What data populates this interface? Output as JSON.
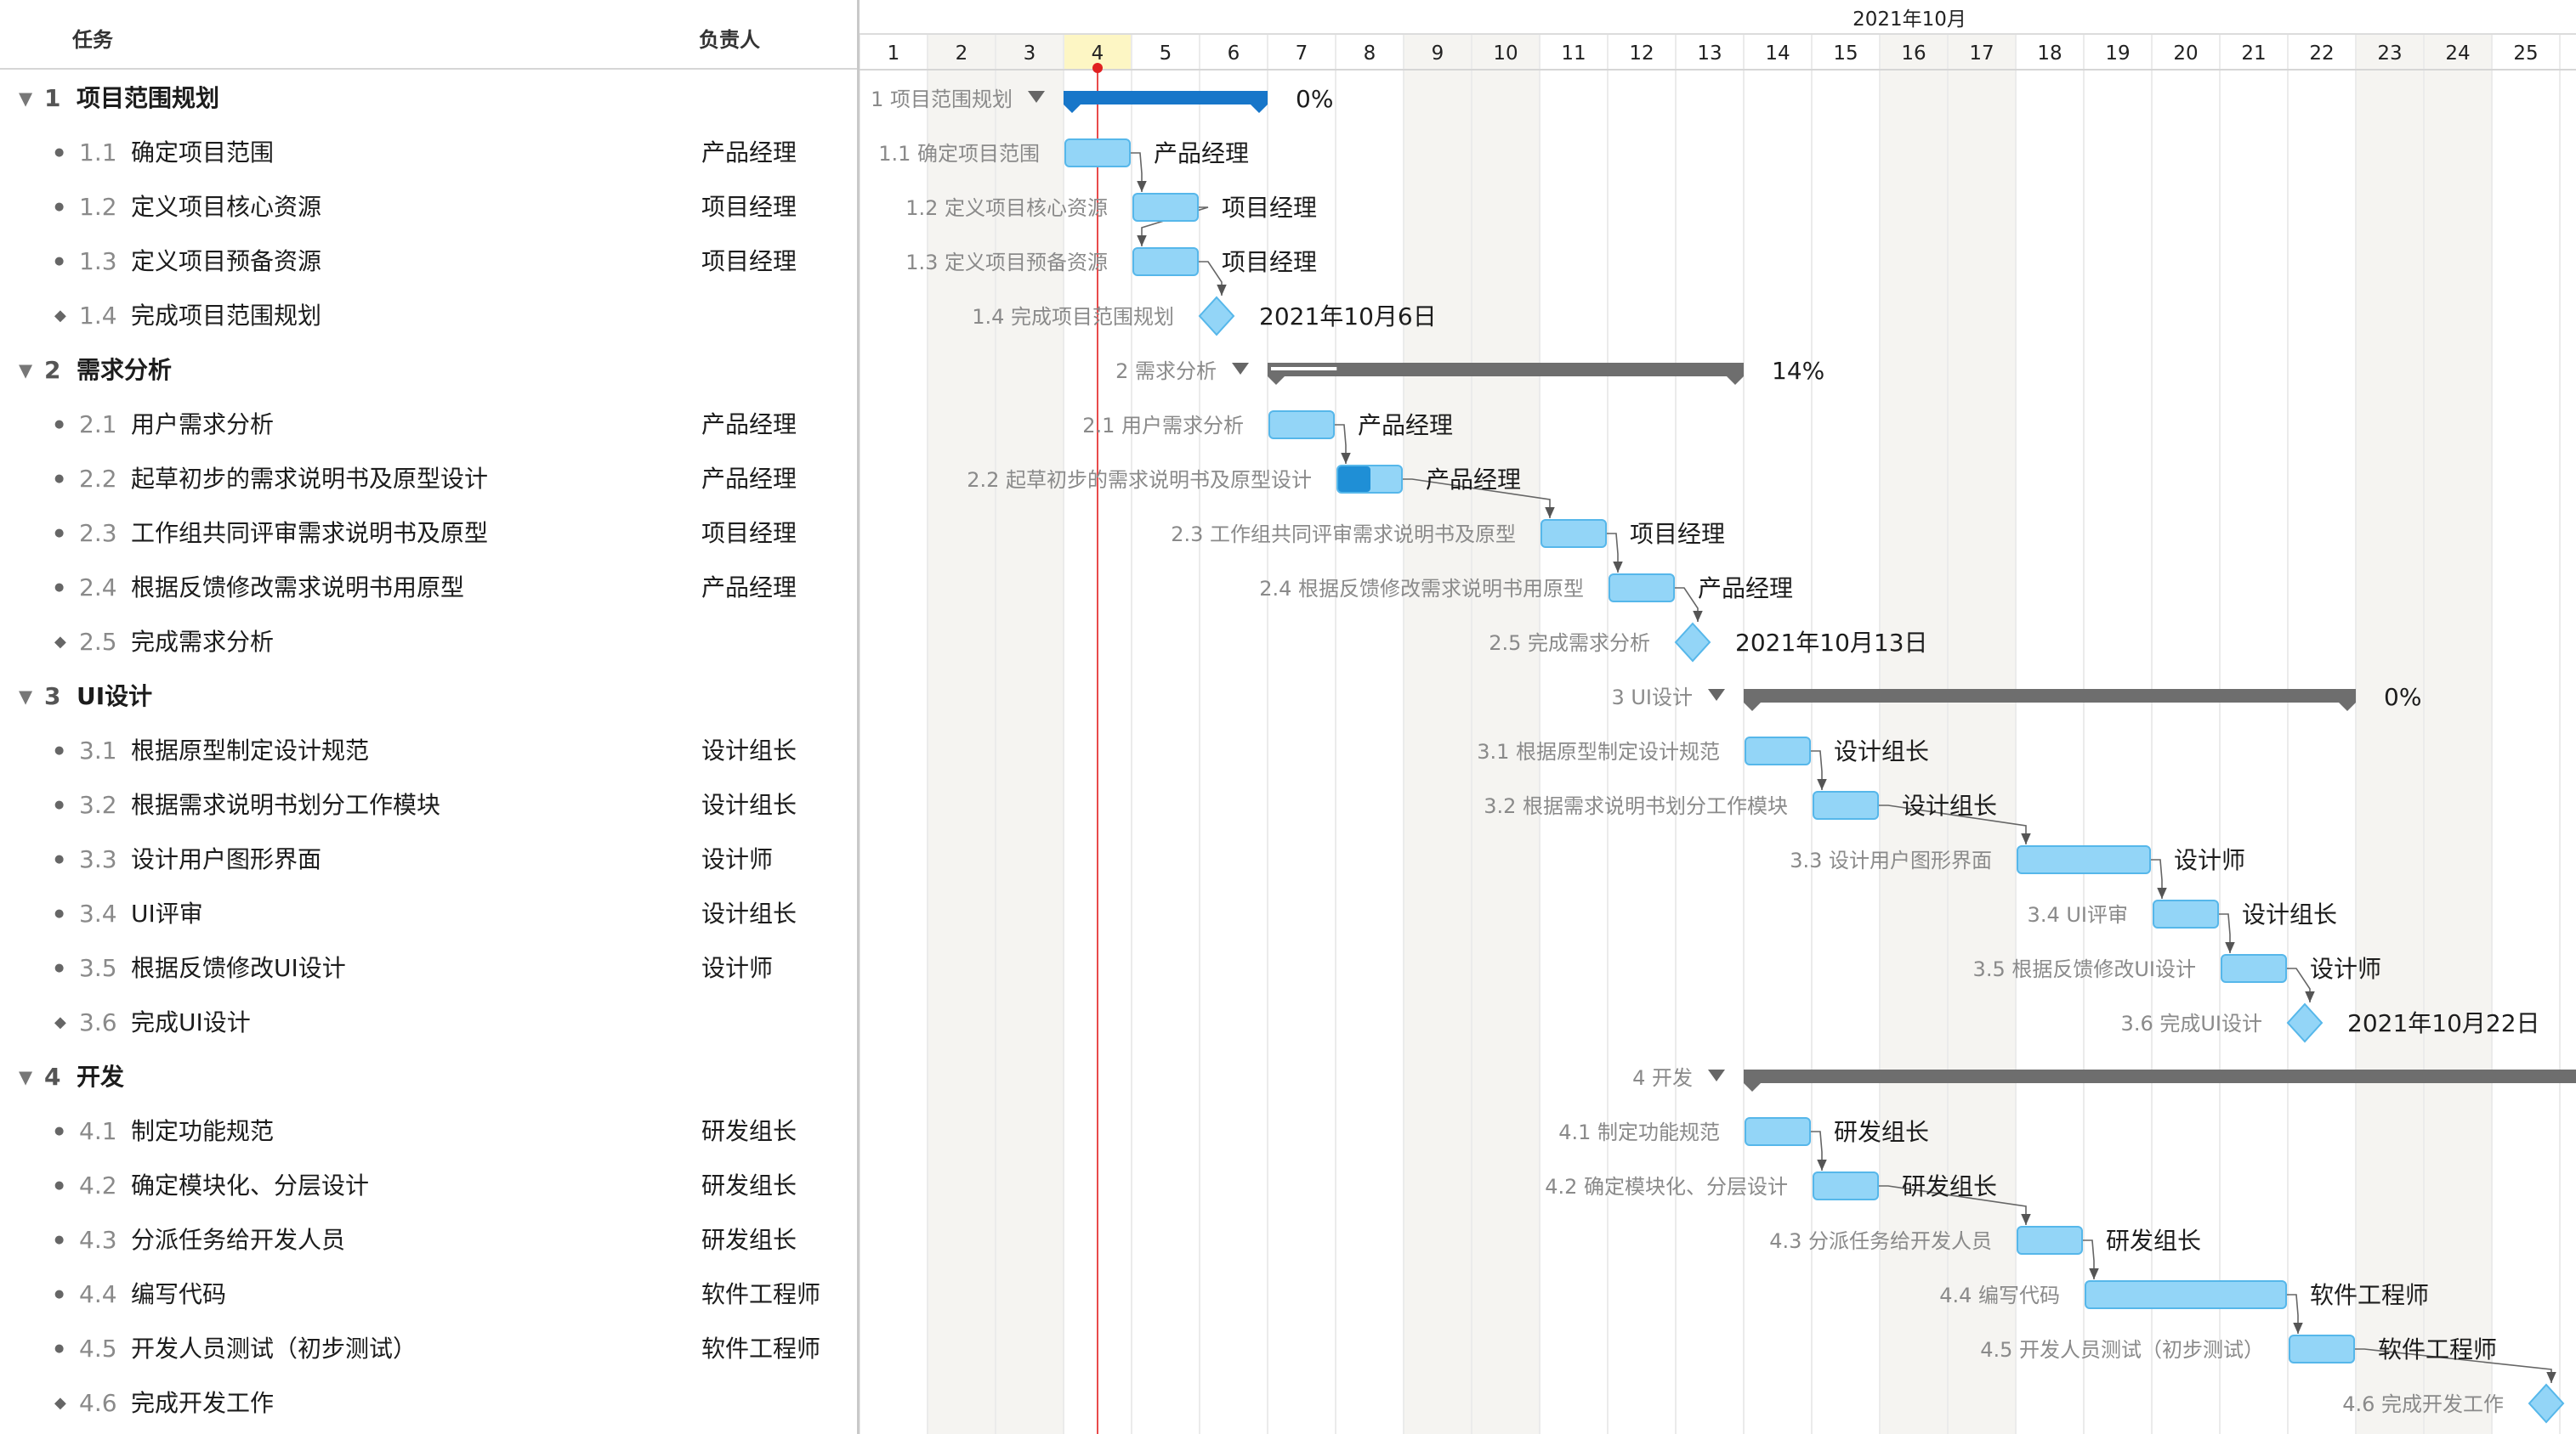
{
  "colors": {
    "task_fill": "#93d5f7",
    "task_stroke": "#56b7ea",
    "progress_fill": "#1f8fd6",
    "active_summary": "#1776c9",
    "summary": "#6e6e6e",
    "today_line": "#e94b4b",
    "weekend": "#f5f4f1",
    "today_header": "#fdf6c4",
    "grid": "#ebebeb"
  },
  "header": {
    "task_col": "任务",
    "owner_col": "负责人",
    "month": "2021年10月"
  },
  "timeline": {
    "days": [
      1,
      2,
      3,
      4,
      5,
      6,
      7,
      8,
      9,
      10,
      11,
      12,
      13,
      14,
      15,
      16,
      17,
      18,
      19,
      20,
      21,
      22,
      23,
      24,
      25
    ],
    "weekend_days": [
      2,
      3,
      9,
      10,
      16,
      17,
      23,
      24
    ],
    "today": 4
  },
  "rows": [
    {
      "type": "group",
      "num": "1",
      "name": "项目范围规划",
      "owner": "",
      "start": 4,
      "end": 7,
      "progress": "0%",
      "active": true
    },
    {
      "type": "task",
      "num": "1.1",
      "name": "确定项目范围",
      "owner": "产品经理",
      "start": 4,
      "end": 5
    },
    {
      "type": "task",
      "num": "1.2",
      "name": "定义项目核心资源",
      "owner": "项目经理",
      "start": 5,
      "end": 6
    },
    {
      "type": "task",
      "num": "1.3",
      "name": "定义项目预备资源",
      "owner": "项目经理",
      "start": 5,
      "end": 6
    },
    {
      "type": "milestone",
      "num": "1.4",
      "name": "完成项目范围规划",
      "owner": "",
      "at": 6,
      "date": "2021年10月6日"
    },
    {
      "type": "group",
      "num": "2",
      "name": "需求分析",
      "owner": "",
      "start": 7,
      "end": 14,
      "progress": "14%"
    },
    {
      "type": "task",
      "num": "2.1",
      "name": "用户需求分析",
      "owner": "产品经理",
      "start": 7,
      "end": 8
    },
    {
      "type": "task",
      "num": "2.2",
      "name": "起草初步的需求说明书及原型设计",
      "owner": "产品经理",
      "start": 8,
      "end": 9,
      "done": 0.5
    },
    {
      "type": "task",
      "num": "2.3",
      "name": "工作组共同评审需求说明书及原型",
      "owner": "项目经理",
      "start": 11,
      "end": 12
    },
    {
      "type": "task",
      "num": "2.4",
      "name": "根据反馈修改需求说明书用原型",
      "owner": "产品经理",
      "start": 12,
      "end": 13
    },
    {
      "type": "milestone",
      "num": "2.5",
      "name": "完成需求分析",
      "owner": "",
      "at": 13,
      "date": "2021年10月13日"
    },
    {
      "type": "group",
      "num": "3",
      "name": "UI设计",
      "owner": "",
      "start": 14,
      "end": 23,
      "progress": "0%"
    },
    {
      "type": "task",
      "num": "3.1",
      "name": "根据原型制定设计规范",
      "owner": "设计组长",
      "start": 14,
      "end": 15
    },
    {
      "type": "task",
      "num": "3.2",
      "name": "根据需求说明书划分工作模块",
      "owner": "设计组长",
      "start": 15,
      "end": 16
    },
    {
      "type": "task",
      "num": "3.3",
      "name": "设计用户图形界面",
      "owner": "设计师",
      "start": 18,
      "end": 20
    },
    {
      "type": "task",
      "num": "3.4",
      "name": "UI评审",
      "owner": "设计组长",
      "start": 20,
      "end": 21
    },
    {
      "type": "task",
      "num": "3.5",
      "name": "根据反馈修改UI设计",
      "owner": "设计师",
      "start": 21,
      "end": 22
    },
    {
      "type": "milestone",
      "num": "3.6",
      "name": "完成UI设计",
      "owner": "",
      "at": 22,
      "date": "2021年10月22日"
    },
    {
      "type": "group",
      "num": "4",
      "name": "开发",
      "owner": "",
      "start": 14,
      "end": 26.7,
      "progress": ""
    },
    {
      "type": "task",
      "num": "4.1",
      "name": "制定功能规范",
      "owner": "研发组长",
      "start": 14,
      "end": 15
    },
    {
      "type": "task",
      "num": "4.2",
      "name": "确定模块化、分层设计",
      "owner": "研发组长",
      "start": 15,
      "end": 16
    },
    {
      "type": "task",
      "num": "4.3",
      "name": "分派任务给开发人员",
      "owner": "研发组长",
      "start": 18,
      "end": 19
    },
    {
      "type": "task",
      "num": "4.4",
      "name": "编写代码",
      "owner": "软件工程师",
      "start": 19,
      "end": 22
    },
    {
      "type": "task",
      "num": "4.5",
      "name": "开发人员测试（初步测试）",
      "owner": "软件工程师",
      "start": 22,
      "end": 23
    },
    {
      "type": "milestone",
      "num": "4.6",
      "name": "完成开发工作",
      "owner": "",
      "at": 25.8,
      "date": ""
    }
  ]
}
